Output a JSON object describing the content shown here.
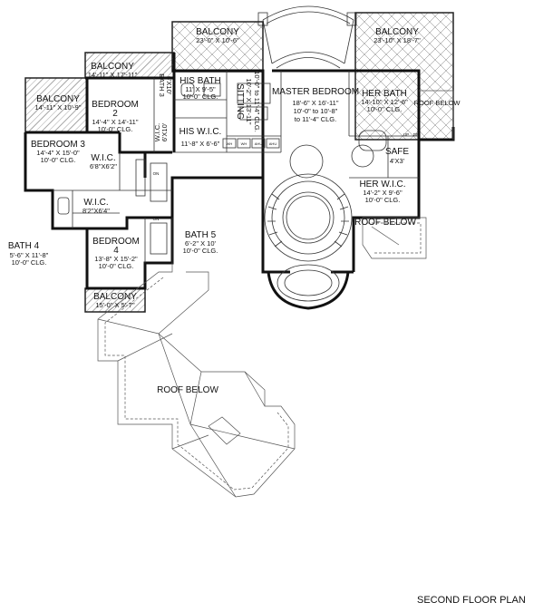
{
  "plan_title": "SECOND FLOOR PLAN",
  "rooms": {
    "balcony_top_left": {
      "name": "BALCONY",
      "dims": "14'-11\" X 10'-9\""
    },
    "balcony_upper_left": {
      "name": "BALCONY",
      "dims": "14'-11\" X 17'-11\""
    },
    "balcony_center": {
      "name": "BALCONY",
      "dims": "23'-0\" X 10'-6\""
    },
    "balcony_right": {
      "name": "BALCONY",
      "dims": "23'-10\" X 18'-7\""
    },
    "bedroom2": {
      "name": "BEDROOM",
      "num": "2",
      "dims": "14'-4\" X 14'-11\"",
      "clg": "10'-0\" CLG."
    },
    "bedroom3": {
      "name": "BEDROOM 3",
      "dims": "14'-4\" X 15'-0\"",
      "clg": "10'-0\" CLG."
    },
    "bath3": {
      "name": "BATH 3",
      "dims": "6'X10'"
    },
    "wic_b2": {
      "name": "W.I.C.",
      "dims": "6'X10'"
    },
    "his_bath": {
      "name": "HIS BATH",
      "dims": "11' X 9'-5\"",
      "clg": "10'-0\" CLG."
    },
    "his_wic": {
      "name": "HIS W.I.C.",
      "dims": "11'-8\" X 6'-6\""
    },
    "sitting": {
      "name": "SITTING",
      "dims": "10'-2\" X 13'-11\"",
      "clg": "10'-0\" to 11'-4\" CLG."
    },
    "master": {
      "name": "MASTER BEDROOM",
      "dims": "18'-6\" X 16'-11\"",
      "clg1": "10'-0\" to 10'-8\"",
      "clg2": "to 11'-4\" CLG."
    },
    "her_bath": {
      "name": "HER BATH",
      "dims": "14'-10\" X 12'-6\"",
      "clg": "10'-0\" CLG."
    },
    "roof_below_right": {
      "name": "ROOF BELOW"
    },
    "safe": {
      "name": "SAFE",
      "dims": "4'X3'"
    },
    "her_wic": {
      "name": "HER W.I.C.",
      "dims": "14'-2\" X 9'-6\"",
      "clg": "10'-0\" CLG."
    },
    "roof_below_mid": {
      "name": "ROOF BELOW"
    },
    "wic_b3": {
      "name": "W.I.C.",
      "dims": "6'8\"X6'2\""
    },
    "wic_b4": {
      "name": "W.I.C.",
      "dims": "8'2\"X6'4\""
    },
    "bath4": {
      "name": "BATH 4",
      "dims": "5'-6\" X 11'-8\"",
      "clg": "10'-0\" CLG."
    },
    "bedroom4": {
      "name": "BEDROOM",
      "num": "4",
      "dims": "13'-8\" X 15'-2\"",
      "clg": "10'-0\" CLG."
    },
    "bath5": {
      "name": "BATH 5",
      "dims": "6'-2\" X 10'",
      "clg": "10'-0\" CLG."
    },
    "balcony_bottom": {
      "name": "BALCONY",
      "dims": "15'-0\" X 5'-7\""
    },
    "roof_below_main": {
      "name": "ROOF BELOW"
    }
  },
  "fixtures": {
    "on_upper": "ON",
    "on_lower": "ON",
    "up": "UP",
    "dn": "DN",
    "laundry": [
      "WH",
      "WH",
      "AHU",
      "AHU"
    ]
  }
}
